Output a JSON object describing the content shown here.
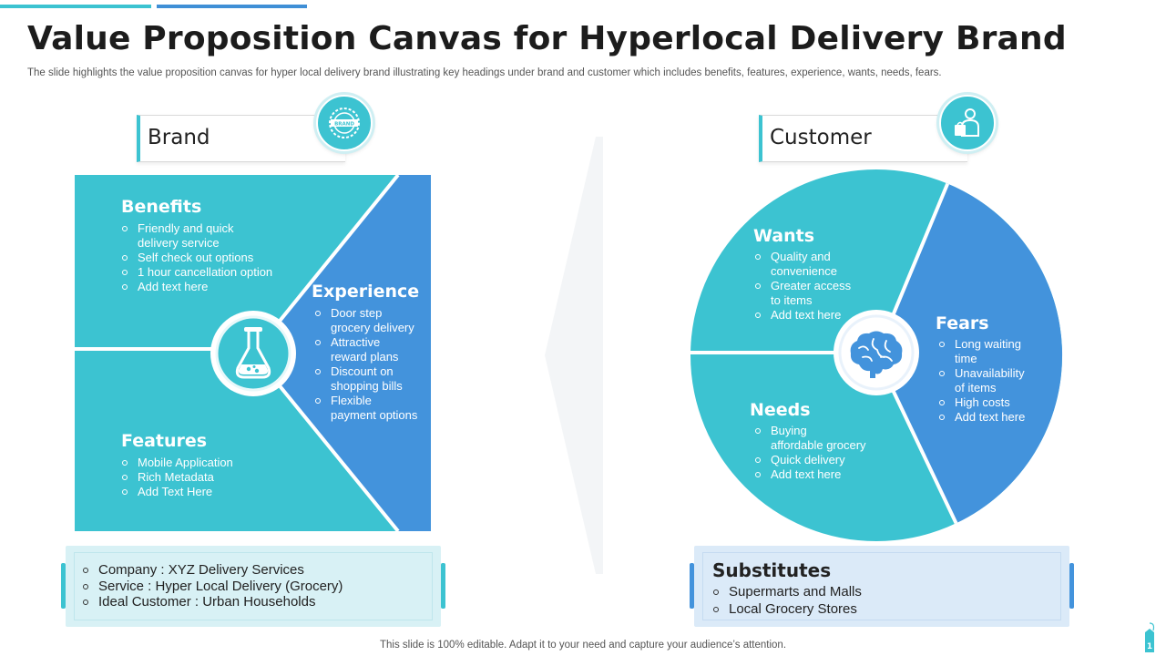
{
  "title": "Value Proposition Canvas for Hyperlocal Delivery Brand",
  "subtitle": "The slide highlights the value proposition canvas for hyper local delivery brand illustrating key headings under brand and customer which includes benefits, features, experience, wants, needs, fears.",
  "footer": "This slide is 100% editable. Adapt it to your need and capture your audience’s attention.",
  "colors": {
    "teal": "#3cc3d1",
    "blue": "#4393dc",
    "light_teal": "#d8f1f5",
    "light_blue": "#dbeaf8"
  },
  "brand": {
    "label": "Brand",
    "badge_text": "BRAND",
    "badge_icon": "brand-stamp-icon",
    "center_icon": "flask-icon",
    "benefits": {
      "heading": "Benefits",
      "items": [
        "Friendly and quick",
        "delivery service",
        "Self check out options",
        "1 hour cancellation option",
        "Add text here"
      ]
    },
    "experience": {
      "heading": "Experience",
      "items": [
        "Door step",
        "grocery delivery",
        "Attractive",
        "reward  plans",
        "Discount on",
        "shopping bills",
        "Flexible",
        "payment options"
      ]
    },
    "features": {
      "heading": "Features",
      "items": [
        "Mobile Application",
        "Rich Metadata",
        "Add Text Here"
      ]
    },
    "info": [
      "Company : XYZ Delivery Services",
      "Service : Hyper Local Delivery (Grocery)",
      "Ideal Customer : Urban Households"
    ]
  },
  "customer": {
    "label": "Customer",
    "badge_icon": "shopper-icon",
    "center_icon": "brain-icon",
    "wants": {
      "heading": "Wants",
      "items": [
        "Quality and",
        "convenience",
        "Greater access",
        "to items",
        "Add text here"
      ]
    },
    "fears": {
      "heading": "Fears",
      "items": [
        "Long waiting",
        "time",
        "Unavailability",
        "of items",
        "High costs",
        "Add text here"
      ]
    },
    "needs": {
      "heading": "Needs",
      "items": [
        "Buying",
        "affordable  grocery",
        "Quick delivery",
        "Add text here"
      ]
    },
    "substitutes": {
      "heading": "Substitutes",
      "items": [
        "Supermarts and Malls",
        "Local Grocery Stores"
      ]
    }
  },
  "corner_tag_number": "1"
}
